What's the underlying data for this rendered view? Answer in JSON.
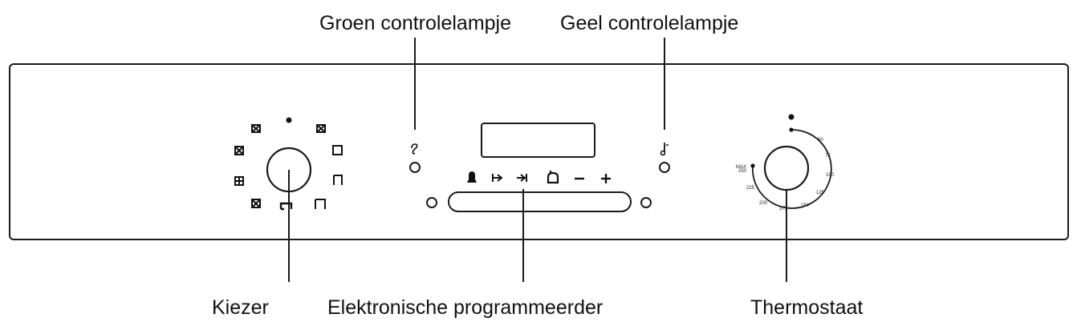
{
  "callouts": {
    "green_light": "Groen controlelampje",
    "yellow_light": "Geel controlelampje",
    "selector": "Kiezer",
    "programmer": "Elektronische programmeerder",
    "thermostat": "Thermostaat"
  },
  "thermostat_scale": [
    "200",
    "225",
    "250",
    "MAX",
    "50",
    "75",
    "100",
    "125",
    "150",
    "175"
  ],
  "colors": {
    "line": "#1a1a1a",
    "background": "#ffffff"
  },
  "programmer_icons": [
    "bell-icon",
    "cook-time-icon",
    "end-time-icon",
    "manual-icon",
    "minus-icon",
    "plus-icon"
  ]
}
